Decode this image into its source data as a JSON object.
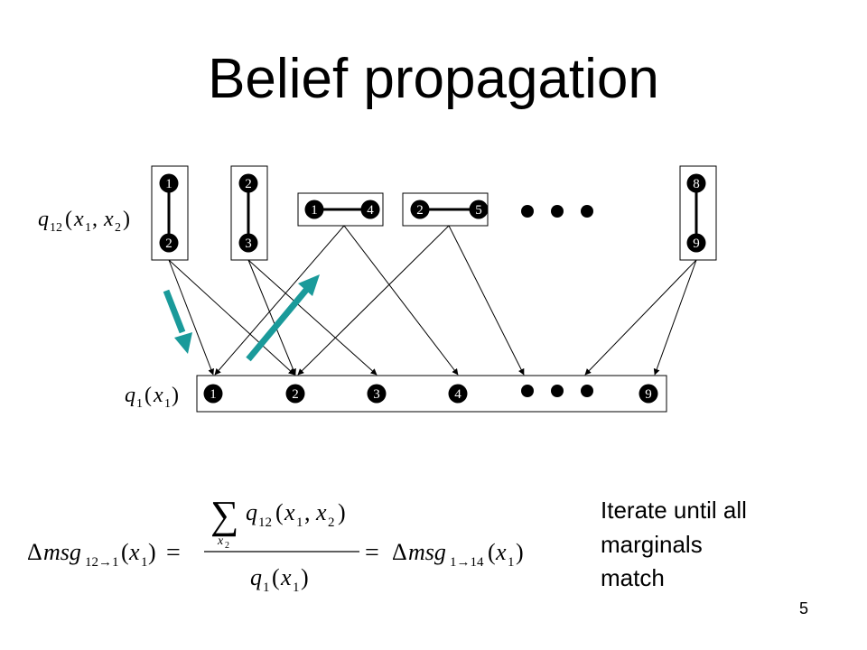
{
  "title": "Belief propagation",
  "pairwise_label": "q12(x1, x2)",
  "single_label": "q1(x1)",
  "pair_boxes": [
    {
      "id": "p12",
      "nodes": [
        "1",
        "2"
      ]
    },
    {
      "id": "p23",
      "nodes": [
        "2",
        "3"
      ]
    },
    {
      "id": "p14",
      "nodes": [
        "1",
        "4"
      ]
    },
    {
      "id": "p25",
      "nodes": [
        "2",
        "5"
      ]
    },
    {
      "id": "p89",
      "nodes": [
        "8",
        "9"
      ]
    }
  ],
  "single_nodes": [
    "1",
    "2",
    "3",
    "4",
    "9"
  ],
  "connections": [
    {
      "from": "p12",
      "to": "1"
    },
    {
      "from": "p12",
      "to": "2"
    },
    {
      "from": "p23",
      "to": "2"
    },
    {
      "from": "p23",
      "to": "3"
    },
    {
      "from": "p14",
      "to": "1"
    },
    {
      "from": "p14",
      "to": "4"
    },
    {
      "from": "p25",
      "to": "2"
    },
    {
      "from": "p25",
      "to": "ellipsis"
    },
    {
      "from": "p89",
      "to": "ellipsis"
    },
    {
      "from": "p89",
      "to": "9"
    }
  ],
  "message_arrows": {
    "down": "pair-to-single",
    "up": "single-to-pair",
    "color": "#1a9a9a"
  },
  "equation": {
    "lhs": "Δmsg12→1(x1)",
    "numerator": "Σx2 q12(x1, x2)",
    "denominator": "q1(x1)",
    "rhs": "Δmsg1→14(x1)"
  },
  "note": {
    "line1": "Iterate until all",
    "line2": "marginals",
    "line3": "match"
  },
  "page_number": "5"
}
